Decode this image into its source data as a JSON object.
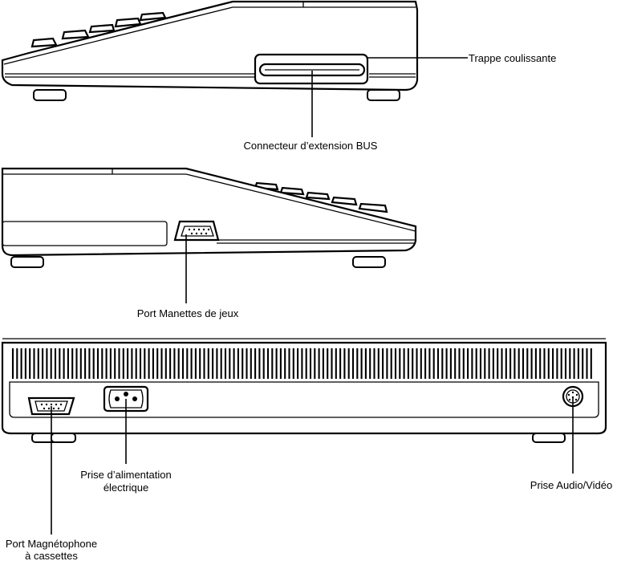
{
  "colors": {
    "ink": "#000000",
    "paper": "#ffffff"
  },
  "labels": {
    "sliding_hatch": "Trappe coulissante",
    "bus_connector": "Connecteur d’extension BUS",
    "joystick_port": "Port Manettes de jeux",
    "power_socket_line1": "Prise d’alimentation",
    "power_socket_line2": "électrique",
    "audio_video_socket": "Prise Audio/Vidéo",
    "tape_port_line1": "Port Magnétophone",
    "tape_port_line2": "à cassettes"
  },
  "icons": {
    "views": [
      "computer-right-side-view",
      "computer-left-side-view",
      "computer-rear-view"
    ],
    "ports": [
      "db9-connector-icon",
      "power-connector-icon",
      "din-socket-icon",
      "bus-slot-icon"
    ]
  }
}
